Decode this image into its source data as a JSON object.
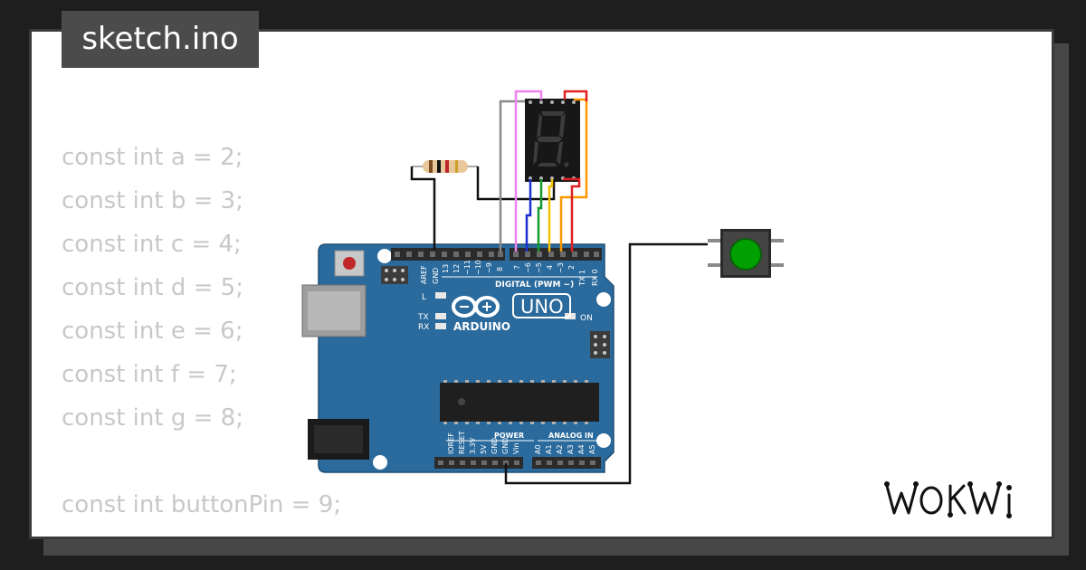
{
  "window": {
    "title": "sketch.ino"
  },
  "code": {
    "lines": [
      "const int a = 2;",
      "const int b = 3;",
      "const int c = 4;",
      "const int d = 5;",
      "const int e = 6;",
      "const int f = 7;",
      "const int g = 8;",
      "",
      "const int buttonPin = 9;"
    ]
  },
  "board": {
    "brand": "ARDUINO",
    "model": "UNO",
    "digital_label": "DIGITAL (PWM ~)",
    "power_label": "POWER",
    "analog_label": "ANALOG IN",
    "on_label": "ON",
    "l_label": "L",
    "tx_label": "TX",
    "rx_label": "RX",
    "top_pins": [
      "AREF",
      "GND",
      "13",
      "12",
      "~11",
      "~10",
      "~9",
      "8",
      "7",
      "~6",
      "~5",
      "4",
      "~3",
      "2",
      "TX 1",
      "RX 0"
    ],
    "power_pins": [
      "IOREF",
      "RESET",
      "3.3V",
      "5V",
      "GND",
      "GND",
      "Vin"
    ],
    "analog_pins": [
      "A0",
      "A1",
      "A2",
      "A3",
      "A4",
      "A5"
    ]
  },
  "components": {
    "display": "7-segment-display",
    "resistor": "resistor",
    "button": "pushbutton",
    "button_color": "#00a000"
  },
  "colors": {
    "board_blue": "#2a6a9c",
    "wire_black": "#111111",
    "wire_gray": "#8a8a8a",
    "wire_violet": "#ee82ee",
    "wire_blue": "#1e2fd0",
    "wire_green": "#159b2a",
    "wire_yellow": "#f2c200",
    "wire_orange": "#ff9800",
    "wire_red": "#e02020"
  },
  "brand": {
    "logo": "WOKWI"
  }
}
